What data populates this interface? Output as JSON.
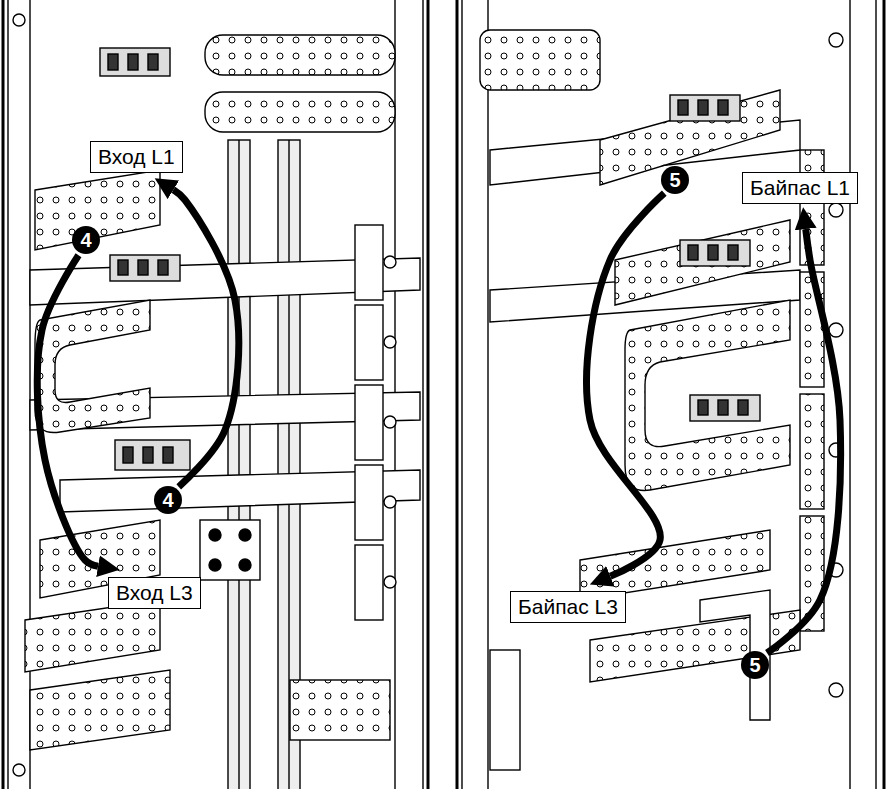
{
  "diagram": {
    "nodes": [
      {
        "text": [
          "Вход L1"
        ]
      },
      {
        "text": [
          "4"
        ]
      },
      {
        "text": [
          "4"
        ]
      },
      {
        "text": [
          "Вход L3"
        ]
      },
      {
        "text": [
          "5"
        ]
      },
      {
        "text": [
          "Байпас L1"
        ]
      },
      {
        "text": [
          "Байпас L3"
        ]
      },
      {
        "text": [
          "5"
        ]
      }
    ],
    "edges": [
      {
        "from": 1,
        "to": 3,
        "arrow": "to"
      },
      {
        "from": 2,
        "to": 0,
        "arrow": "to"
      },
      {
        "from": 4,
        "to": 6,
        "arrow": "to"
      },
      {
        "from": 7,
        "to": 5,
        "arrow": "to"
      }
    ]
  }
}
